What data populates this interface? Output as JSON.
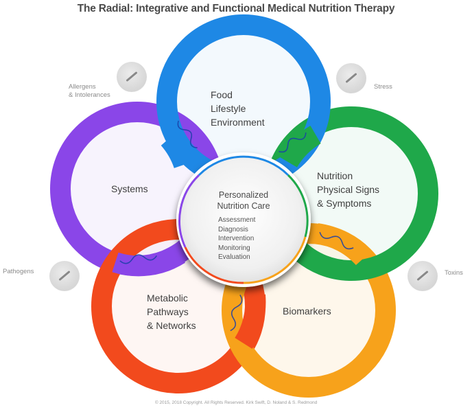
{
  "title": "The Radial: Integrative and Functional Medical Nutrition Therapy",
  "rings": [
    {
      "id": "food",
      "lines": [
        "Food",
        "Lifestyle",
        "Environment"
      ],
      "color": "#1e88e5"
    },
    {
      "id": "nutrition",
      "lines": [
        "Nutrition",
        "Physical Signs",
        "& Symptoms"
      ],
      "color": "#1fa84a"
    },
    {
      "id": "biomarkers",
      "lines": [
        "Biomarkers"
      ],
      "color": "#f7a21b"
    },
    {
      "id": "metabolic",
      "lines": [
        "Metabolic",
        "Pathways",
        "& Networks"
      ],
      "color": "#f24a1d"
    },
    {
      "id": "systems",
      "lines": [
        "Systems"
      ],
      "color": "#8a46e8"
    }
  ],
  "center": {
    "title_lines": [
      "Personalized",
      "Nutrition Care"
    ],
    "steps": [
      "Assessment",
      "Diagnosis",
      "Intervention",
      "Monitoring",
      "Evaluation"
    ]
  },
  "stressors": [
    {
      "id": "allergens",
      "lines": [
        "Allergens",
        "& Intolerances"
      ]
    },
    {
      "id": "stress",
      "lines": [
        "Stress"
      ]
    },
    {
      "id": "pathogens",
      "lines": [
        "Pathogens"
      ]
    },
    {
      "id": "toxins",
      "lines": [
        "Toxins"
      ]
    }
  ],
  "copyright": "© 2015, 2018 Copyright. All Rights Reserved. Kirk Swift, D. Noland & S. Redmond"
}
